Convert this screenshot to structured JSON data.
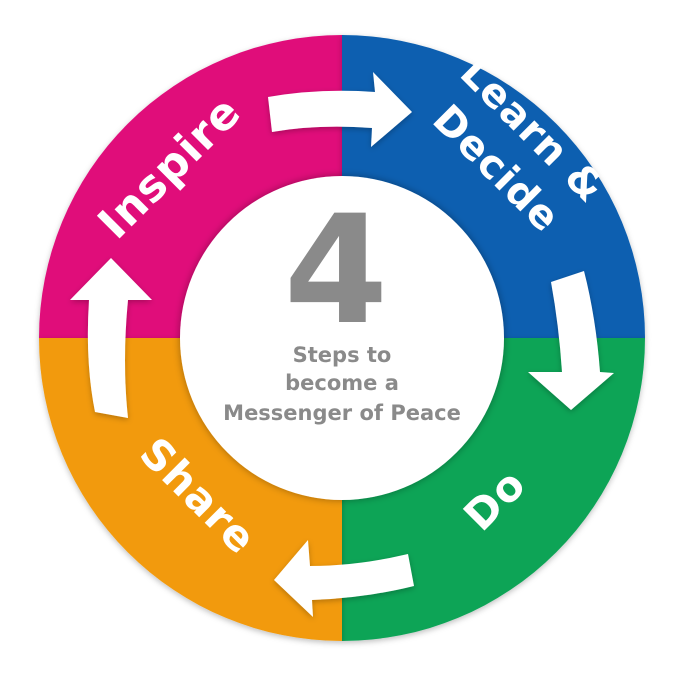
{
  "center": {
    "number": "4",
    "lines": [
      "Steps to",
      "become a",
      "Messenger of Peace"
    ]
  },
  "segments": [
    {
      "id": "inspire",
      "label_lines": [
        "Inspire"
      ],
      "color": "#e0107a"
    },
    {
      "id": "learn-decide",
      "label_lines": [
        "Learn &",
        "Decide"
      ],
      "color": "#0a5fb0"
    },
    {
      "id": "do",
      "label_lines": [
        "Do"
      ],
      "color": "#0aa457"
    },
    {
      "id": "share",
      "label_lines": [
        "Share"
      ],
      "color": "#f29a0a"
    }
  ],
  "colors": {
    "center_text": "#8a8a8a",
    "arrow": "#ffffff",
    "label": "#ffffff"
  }
}
